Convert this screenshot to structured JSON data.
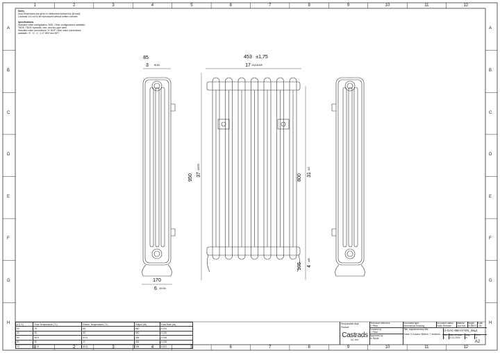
{
  "frame": {
    "columns": [
      "1",
      "2",
      "3",
      "4",
      "5",
      "6",
      "7",
      "8",
      "9",
      "10",
      "11",
      "12"
    ],
    "rows": [
      "A",
      "B",
      "C",
      "D",
      "E",
      "F",
      "G",
      "H"
    ]
  },
  "notes": {
    "title": "Notes",
    "lines": [
      "Dual Dimensions are given in millimetres followed by [inches]",
      "Castrads Ltd, not to be reproduced without written consent"
    ],
    "spec_title": "Specifications",
    "spec_lines": [
      "Standard valve configuration: BOE. Other configurations available:",
      "TBOE, TBOE hydraulic, one- and two-pipe steel.",
      "Standard valve connections: ½\" BSP. Other valve connections",
      "available: ½\", ¾\", 1\", 1-½\" BSP and NPT"
    ]
  },
  "dims": {
    "side_depth_mm": "85",
    "side_depth_in": "3",
    "side_depth_frac": "5/16",
    "width_mm": "453",
    "width_tol": "±1,75",
    "width_in": "17",
    "width_frac": "13/16",
    "width_frac2": "1/8",
    "height_mm": "950",
    "height_in": "37",
    "height_frac": "13/32",
    "centres_mm": "800",
    "centres_in": "31",
    "centres_frac": "1/2",
    "foot_mm": "105",
    "foot_in": "4",
    "foot_frac": "1/8",
    "base_mm": "170",
    "base_in": "6",
    "base_frac": "11/16"
  },
  "table": {
    "headers": [
      "ΔT(°C)",
      "Flow Temperature (°C)",
      "Return Temperature (°C)",
      "Output (W)",
      "Flow Rate (l/s)"
    ],
    "rows": [
      [
        "30",
        "75",
        "65",
        "660",
        "0.021"
      ],
      [
        "40",
        "65",
        "55",
        "560",
        "0.020"
      ],
      [
        "50",
        "58.5",
        "51.5",
        "354",
        "0.016"
      ],
      [
        "60",
        "50",
        "47",
        "451",
        "0.016"
      ],
      [
        "70",
        "47.5",
        "42.5",
        "294",
        "0.017"
      ]
    ]
  },
  "title_block": {
    "responsible_dept_label": "Responsible dept.",
    "responsible_dept": "Product",
    "logo": "Castrads",
    "logo_sub": "Est. 2002",
    "tech_ref_label": "Technical reference",
    "tech_ref": "J. Pillar",
    "created_by_label": "Created by",
    "created_by": "J. Pillar",
    "approved_by_label": "Approved by",
    "approved_by": "N. Boyle",
    "doc_type_label": "Document type",
    "doc_type": "Dimensions Drawing",
    "doc_status_label": "Document status",
    "doc_status": "Public Release",
    "material_label": "Material",
    "material": "Cast Iron",
    "weight_label": "Weight",
    "weight": "33.26KG",
    "scale_label": "Scale",
    "scale": "1:25",
    "title_label": "Title, supplementary title",
    "title": "Grace II Column 960mm, 7 sections.",
    "doc_number": "CI-GAC-960-07-EN_dwg1",
    "rev_label": "Rev.",
    "rev": "A",
    "date_label": "Date of issue",
    "date": "10.12.2023",
    "lang_label": "Lang.",
    "lang": "en",
    "sheet_label": "Sheet",
    "sheet": "1/1",
    "paper": "A2"
  }
}
